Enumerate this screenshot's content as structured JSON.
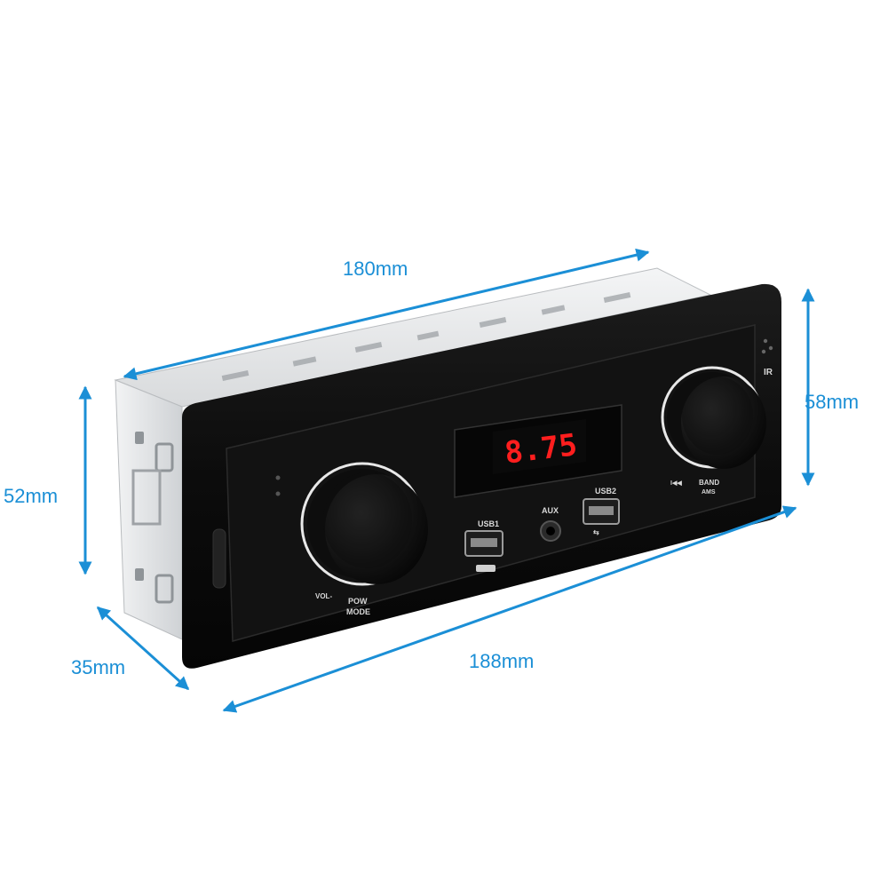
{
  "dimensions": {
    "length_top": "180mm",
    "height_right": "58mm",
    "height_left": "52mm",
    "depth": "35mm",
    "length_bottom": "188mm"
  },
  "display": {
    "readout": "8.75"
  },
  "panel_labels": {
    "usb1": "USB1",
    "usb2": "USB2",
    "aux": "AUX",
    "ir": "IR",
    "vol": "VOL-",
    "power": "POW",
    "mode": "MODE",
    "band": "BAND",
    "ams": "AMS",
    "prev": "I◀◀"
  },
  "colors": {
    "dimension_blue": "#1b8fd6",
    "display_red": "#ff1e1e",
    "body_black": "#0b0b0b",
    "chassis_metal": "#e4e6e8"
  }
}
